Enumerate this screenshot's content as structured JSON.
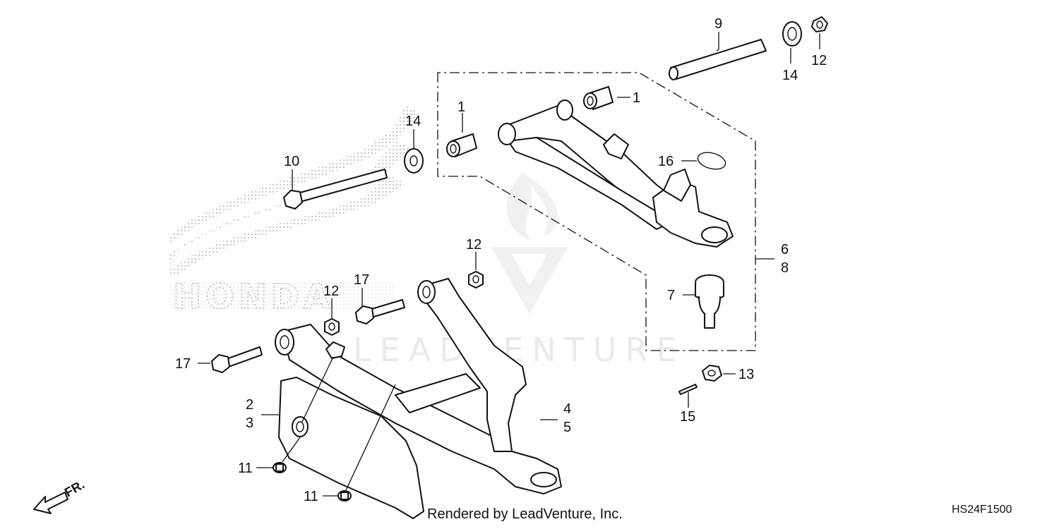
{
  "callouts": {
    "c1a": "1",
    "c1b": "1",
    "c2": "2",
    "c3": "3",
    "c4": "4",
    "c5": "5",
    "c6": "6",
    "c8": "8",
    "c7": "7",
    "c9": "9",
    "c10": "10",
    "c11a": "11",
    "c11b": "11",
    "c12a": "12",
    "c12b": "12",
    "c12c": "12",
    "c13": "13",
    "c14a": "14",
    "c14b": "14",
    "c15": "15",
    "c16": "16",
    "c17a": "17",
    "c17b": "17"
  },
  "direction_label": "FR.",
  "watermark": {
    "brand": "HONDA",
    "text": "LEADVENTURE"
  },
  "footer": {
    "credit": "Rendered by LeadVenture, Inc.",
    "code": "HS24F1500"
  }
}
